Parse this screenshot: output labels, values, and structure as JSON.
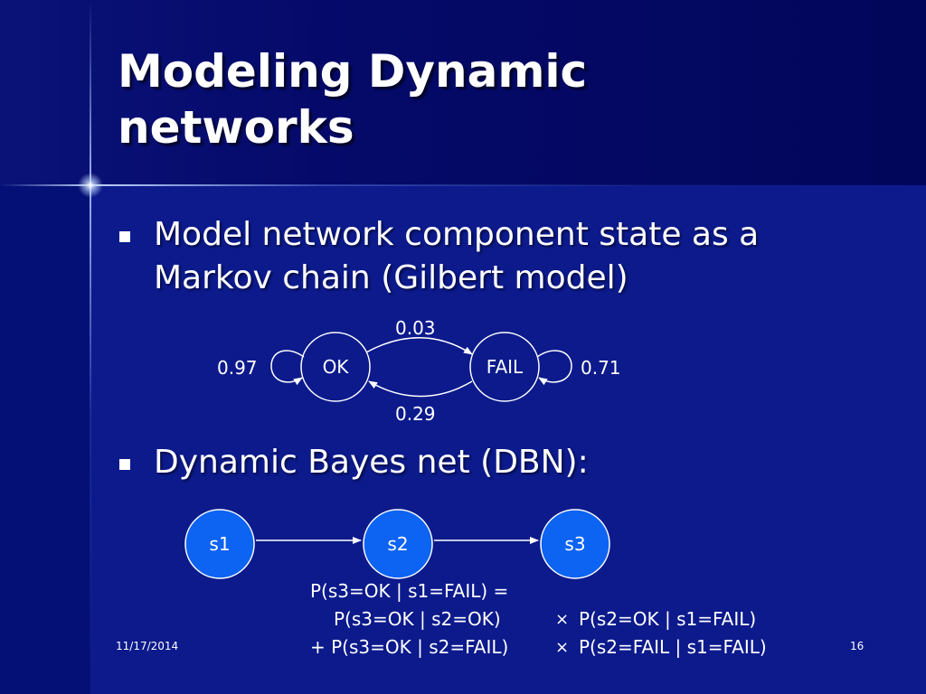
{
  "slide": {
    "title_line1": "Modeling Dynamic",
    "title_line2": "networks",
    "bullets": [
      "Model network component state as a Markov chain (Gilbert model)",
      "Dynamic Bayes net (DBN):"
    ],
    "date": "11/17/2014",
    "page_number": "16"
  },
  "markov_chain": {
    "states": [
      "OK",
      "FAIL"
    ],
    "p_ok_ok": "0.97",
    "p_ok_fail": "0.03",
    "p_fail_ok": "0.29",
    "p_fail_fail": "0.71"
  },
  "dbn": {
    "nodes": [
      "s1",
      "s2",
      "s3"
    ],
    "formula": {
      "line1": "P(s3=OK | s1=FAIL) =",
      "line2_left": "P(s3=OK | s2=OK)",
      "line2_right": "P(s2=OK | s1=FAIL)",
      "line3_left": "+ P(s3=OK | s2=FAIL)",
      "line3_right": "P(s2=FAIL | s1=FAIL)",
      "times_symbol": "×"
    }
  },
  "colors": {
    "background": "#0c1a8c",
    "dbn_node_fill": "#0d63f2",
    "text": "#ffffff"
  }
}
